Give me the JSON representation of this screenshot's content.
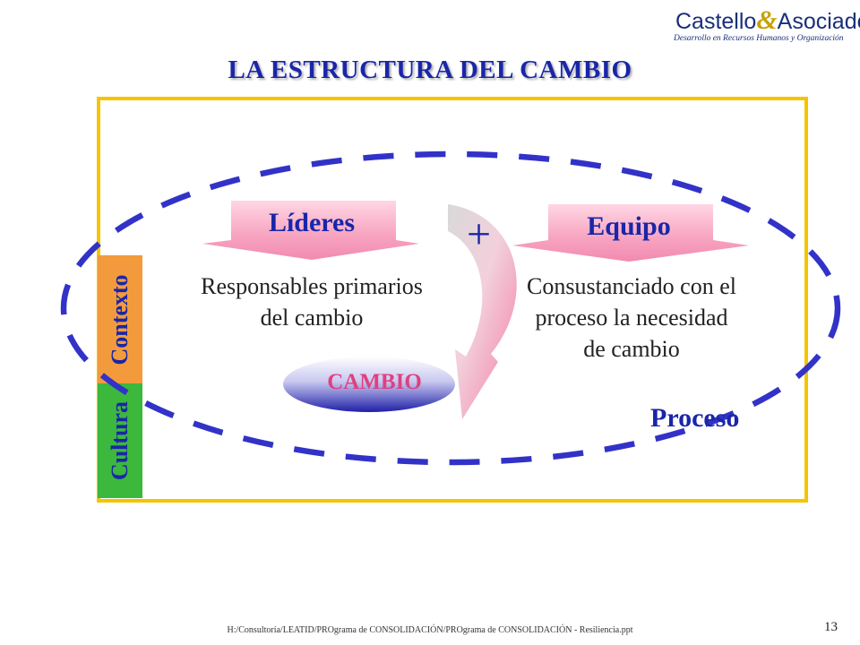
{
  "logo": {
    "brand_left": "Castello",
    "brand_amp": "&",
    "brand_right": "Asociados",
    "tagline": "Desarrollo en Recursos Humanos y Organización"
  },
  "title": "LA ESTRUCTURA DEL CAMBIO",
  "side_labels": {
    "contexto": "Contexto",
    "cultura": "Cultura"
  },
  "lideres": {
    "label": "Líderes",
    "description_line1": "Responsables primarios",
    "description_line2": "del cambio"
  },
  "equipo": {
    "label": "Equipo",
    "description_line1": "Consustanciado con el",
    "description_line2": "proceso la necesidad",
    "description_line3": "de cambio"
  },
  "plus_symbol": "+",
  "cambio_label": "CAMBIO",
  "proceso_label": "Proceso",
  "footer": {
    "path": "H:/Consultoría/LEATID/PROgrama  de CONSOLIDACIÓN/PROgrama de CONSOLIDACIÓN - Resiliencia.ppt",
    "page_number": "13"
  },
  "colors": {
    "title_blue": "#1a26a8",
    "frame_yellow": "#f5c400",
    "contexto_orange": "#f39b3c",
    "cultura_green": "#3cb83c",
    "arrow_pink": "#f58fb0",
    "cambio_pink": "#e0407f",
    "dash_blue": "#3232c8"
  }
}
